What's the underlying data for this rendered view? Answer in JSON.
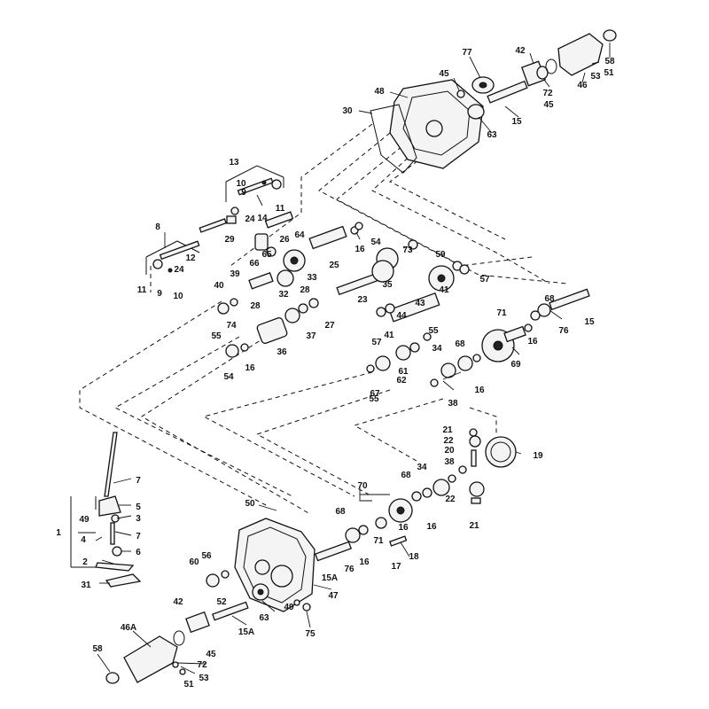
{
  "diagram": {
    "callouts": [
      "77",
      "42",
      "58",
      "45",
      "72",
      "53",
      "51",
      "46",
      "48",
      "30",
      "45",
      "15",
      "63",
      "13",
      "10",
      "9",
      "11",
      "14",
      "24",
      "29",
      "64",
      "8",
      "66",
      "65",
      "26",
      "33",
      "25",
      "16",
      "54",
      "73",
      "59",
      "24",
      "12",
      "11",
      "9",
      "10",
      "39",
      "40",
      "32",
      "35",
      "23",
      "28",
      "43",
      "41",
      "57",
      "55",
      "74",
      "28",
      "36",
      "37",
      "27",
      "44",
      "68",
      "15",
      "71",
      "76",
      "57",
      "41",
      "55",
      "16",
      "54",
      "16",
      "34",
      "68",
      "69",
      "61",
      "62",
      "67",
      "55",
      "16",
      "38",
      "21",
      "22",
      "19",
      "20",
      "38",
      "7",
      "49",
      "5",
      "3",
      "1",
      "7",
      "4",
      "6",
      "2",
      "31",
      "50",
      "70",
      "34",
      "68",
      "16",
      "16",
      "22",
      "21",
      "60",
      "56",
      "68",
      "71",
      "76",
      "16",
      "17",
      "18",
      "15A",
      "42",
      "52",
      "49",
      "63",
      "47",
      "15A",
      "75",
      "46A",
      "45",
      "72",
      "58",
      "53",
      "51"
    ]
  }
}
